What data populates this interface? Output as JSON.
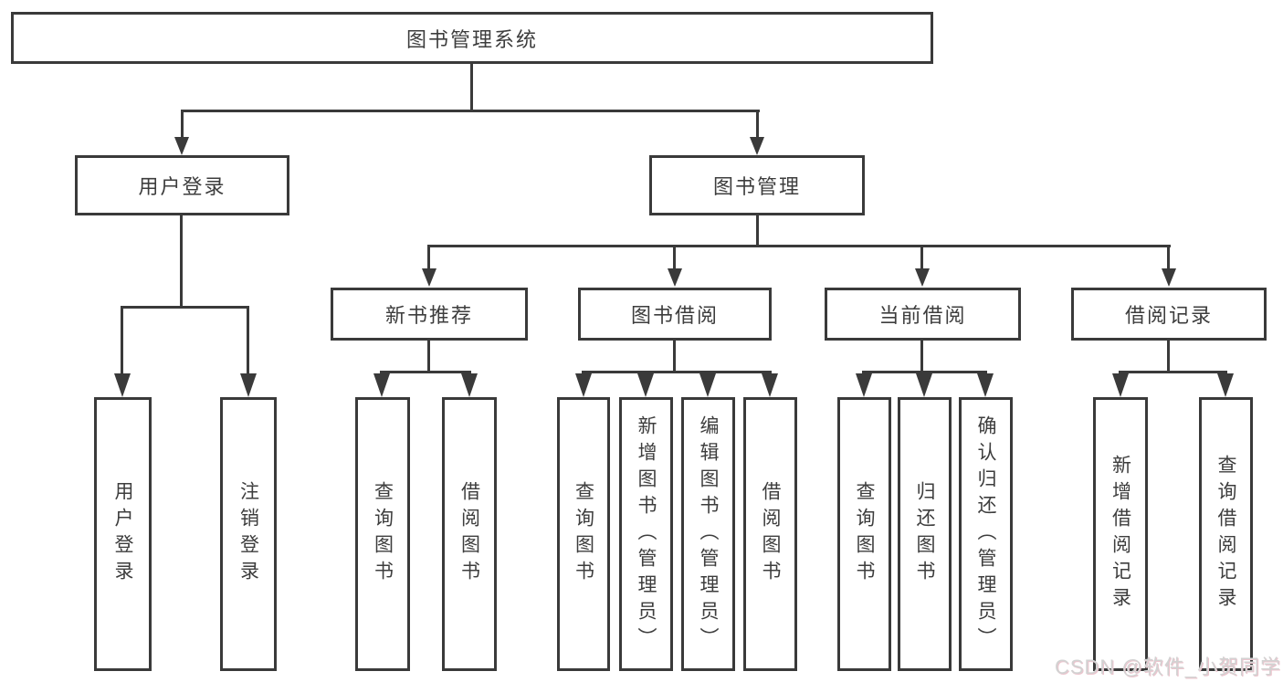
{
  "nodes": {
    "root": "图书管理系统",
    "user_login": "用户登录",
    "book_management": "图书管理",
    "new_book_recommend": "新书推荐",
    "book_borrow": "图书借阅",
    "current_borrow": "当前借阅",
    "borrow_records": "借阅记录",
    "leaf_user_login": "用户登录",
    "leaf_logout": "注销登录",
    "leaf_nb_query": "查询图书",
    "leaf_nb_borrow": "借阅图书",
    "leaf_bb_query": "查询图书",
    "leaf_bb_add": "新增图书（管理员）",
    "leaf_bb_edit": "编辑图书（管理员）",
    "leaf_bb_borrow": "借阅图书",
    "leaf_cb_query": "查询图书",
    "leaf_cb_return": "归还图书",
    "leaf_cb_confirm": "确认归还（管理员）",
    "leaf_br_add": "新增借阅记录",
    "leaf_br_query": "查询借阅记录"
  },
  "watermark": "CSDN @软件_小贺同学",
  "colors": {
    "line": "#3a3a3a",
    "background": "#ffffff",
    "text": "#3d3d3d",
    "watermark": "#d2d2d2"
  }
}
